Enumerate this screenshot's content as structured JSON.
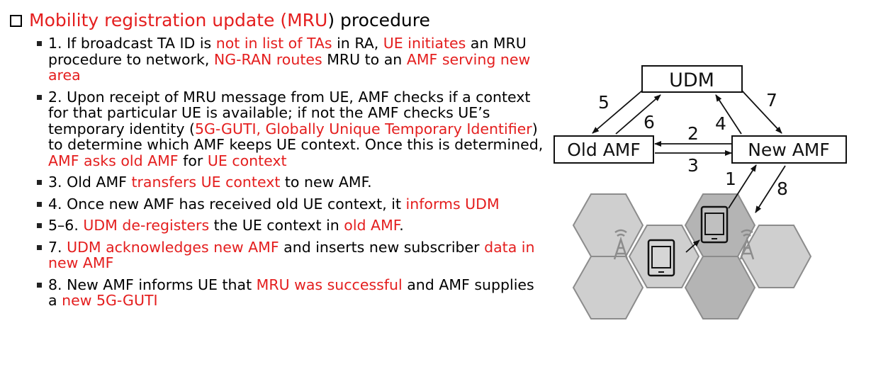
{
  "title": {
    "bullet_icon": "empty-square-icon",
    "parts": [
      {
        "text": "Mobility registration update (",
        "red": true
      },
      {
        "text": "MRU",
        "red": true
      },
      {
        "text": ") procedure",
        "red": false
      }
    ]
  },
  "bullets": [
    {
      "parts": [
        {
          "text": "1. If broadcast TA ID is ",
          "red": false
        },
        {
          "text": "not in list of TAs",
          "red": true
        },
        {
          "text": " in RA, ",
          "red": false
        },
        {
          "text": "UE initiates",
          "red": true
        },
        {
          "text": " an MRU procedure to network, ",
          "red": false
        },
        {
          "text": "NG-RAN routes",
          "red": true
        },
        {
          "text": " MRU to an ",
          "red": false
        },
        {
          "text": "AMF serving new area",
          "red": true
        }
      ]
    },
    {
      "parts": [
        {
          "text": "2. Upon receipt of MRU message from UE, AMF checks if a context for that particular UE is available; if not the AMF checks UE’s temporary identity (",
          "red": false
        },
        {
          "text": "5G-GUTI, Globally Unique Temporary Identifier",
          "red": true
        },
        {
          "text": ") to determine which AMF keeps UE context. Once this is determined, ",
          "red": false
        },
        {
          "text": "AMF asks old AMF",
          "red": true
        },
        {
          "text": " for ",
          "red": false
        },
        {
          "text": "UE context",
          "red": true
        }
      ]
    },
    {
      "parts": [
        {
          "text": "3. Old AMF ",
          "red": false
        },
        {
          "text": "transfers UE context",
          "red": true
        },
        {
          "text": " to new AMF.",
          "red": false
        }
      ]
    },
    {
      "parts": [
        {
          "text": "4. Once new AMF has received old UE context, it ",
          "red": false
        },
        {
          "text": "informs UDM",
          "red": true
        }
      ]
    },
    {
      "parts": [
        {
          "text": "5–6. ",
          "red": false
        },
        {
          "text": "UDM de-registers",
          "red": true
        },
        {
          "text": " the UE context in ",
          "red": false
        },
        {
          "text": "old AMF",
          "red": true
        },
        {
          "text": ".",
          "red": false
        }
      ]
    },
    {
      "parts": [
        {
          "text": "7. ",
          "red": false
        },
        {
          "text": "UDM acknowledges new AMF",
          "red": true
        },
        {
          "text": " and inserts new subscriber ",
          "red": false
        },
        {
          "text": "data in new AMF",
          "red": true
        }
      ]
    },
    {
      "parts": [
        {
          "text": "8. New AMF informs UE that ",
          "red": false
        },
        {
          "text": "MRU was successful",
          "red": true
        },
        {
          "text": " and AMF supplies a ",
          "red": false
        },
        {
          "text": "new 5G-GUTI",
          "red": true
        }
      ]
    }
  ],
  "diagram": {
    "nodes": {
      "udm": "UDM",
      "old_amf": "Old AMF",
      "new_amf": "New AMF"
    },
    "step_labels": {
      "s1": "1",
      "s2": "2",
      "s3": "3",
      "s4": "4",
      "s5": "5",
      "s6": "6",
      "s7": "7",
      "s8": "8"
    },
    "icons": [
      "cell-tower-icon",
      "mobile-phone-icon",
      "hexagon-cell"
    ],
    "colors": {
      "text_red": "#e41e1e",
      "hex_light": "#cfcfcf",
      "hex_dark": "#b4b4b4",
      "hex_stroke": "#8c8c8c"
    }
  }
}
